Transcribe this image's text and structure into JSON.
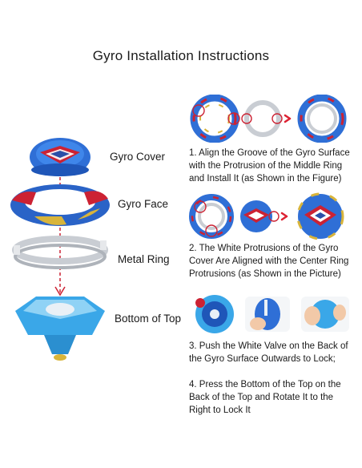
{
  "title": "Gyro Installation Instructions",
  "parts": [
    {
      "label": "Gyro Cover"
    },
    {
      "label": "Gyro Face"
    },
    {
      "label": "Metal Ring"
    },
    {
      "label": "Bottom of Top"
    }
  ],
  "steps": [
    {
      "text": "1. Align the Groove of the Gyro Surface with the Protrusion of the Middle Ring and Install It (as Shown in the Figure)"
    },
    {
      "text": "2. The White Protrusions of the Gyro Cover Are Aligned with the Center Ring Protrusions (as Shown in the Picture)"
    },
    {
      "text": "3. Push the White Valve on the Back of the Gyro Surface Outwards to Lock;"
    },
    {
      "text": "4. Press the Bottom of the Top on the Back of the Top and Rotate It to the Right to Lock It"
    }
  ],
  "colors": {
    "blue": "#2f6fd6",
    "light_blue": "#3aa7e8",
    "red": "#cc2233",
    "gold": "#d8b43a",
    "silver": "#c9cdd3"
  }
}
